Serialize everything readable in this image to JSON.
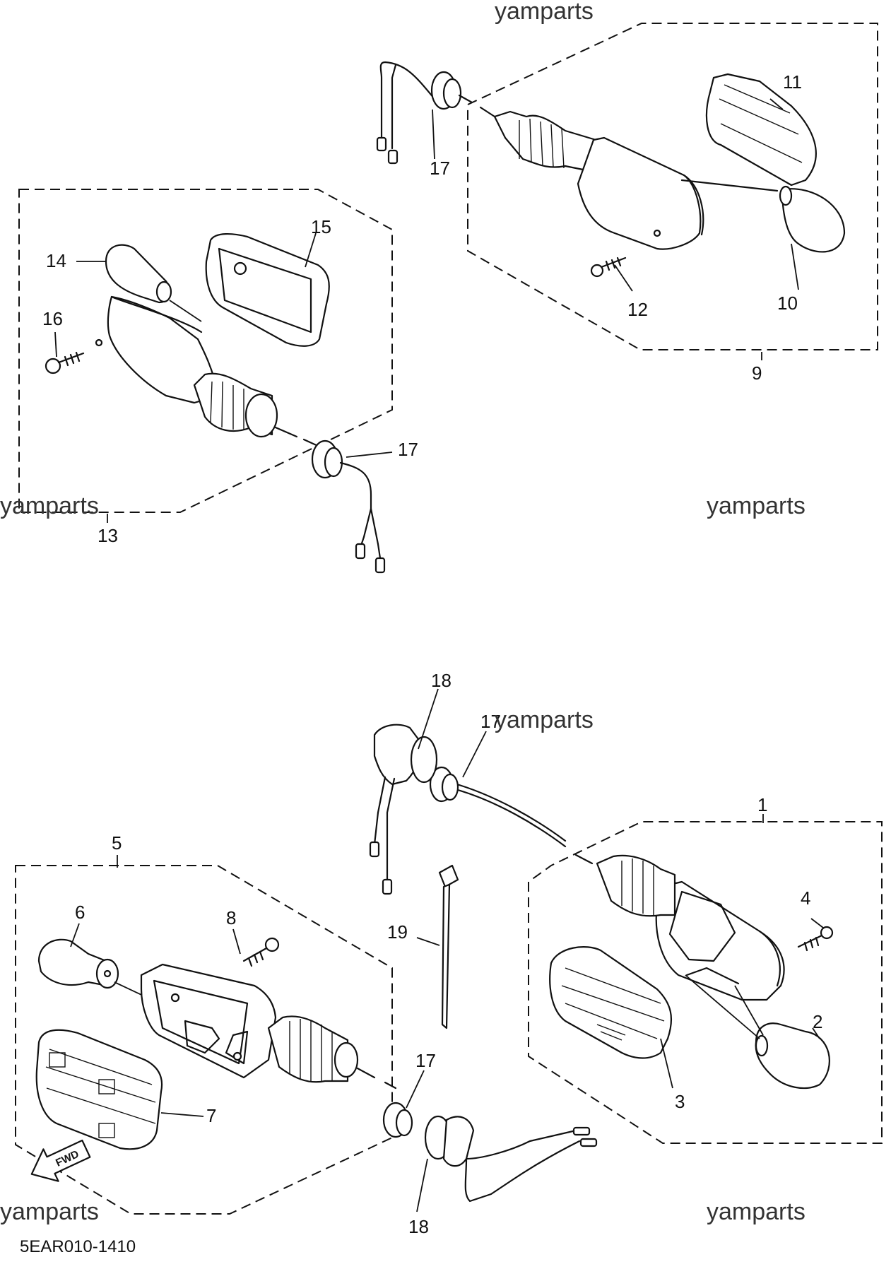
{
  "watermark": "yamparts",
  "diagram_code": "5EAR010-1410",
  "fwd_label": "FWD",
  "callouts": {
    "c1": "1",
    "c2": "2",
    "c3": "3",
    "c4": "4",
    "c5": "5",
    "c6": "6",
    "c7": "7",
    "c8": "8",
    "c9": "9",
    "c10": "10",
    "c11": "11",
    "c12": "12",
    "c13": "13",
    "c14": "14",
    "c15": "15",
    "c16": "16",
    "c17a": "17",
    "c17b": "17",
    "c17c": "17",
    "c17d": "17",
    "c18a": "18",
    "c18b": "18",
    "c19": "19"
  },
  "icons": [
    "forward-arrow-icon"
  ],
  "colors": {
    "line": "#111111",
    "background": "#ffffff"
  }
}
